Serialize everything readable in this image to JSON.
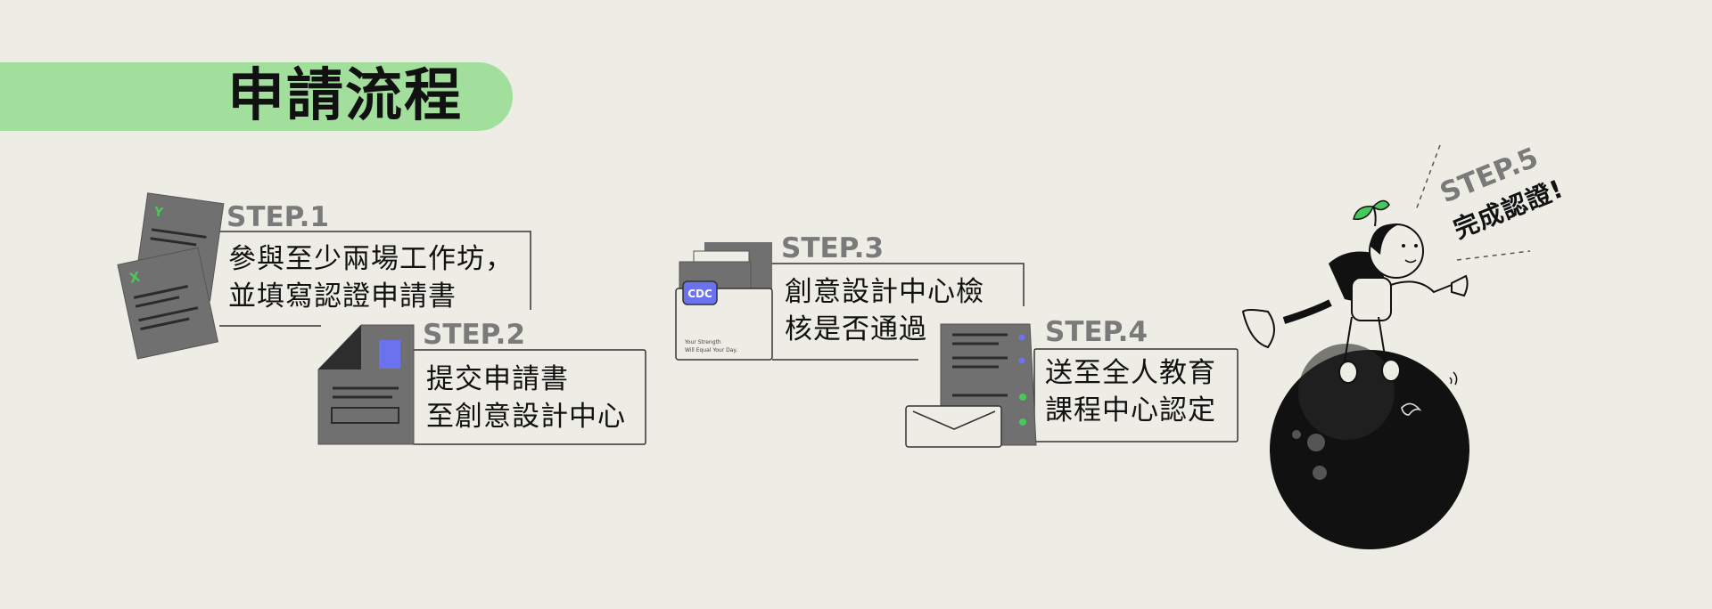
{
  "title": "申請流程",
  "steps": [
    {
      "label": "STEP.1",
      "text": "參與至少兩場工作坊，\n並填寫認證申請書"
    },
    {
      "label": "STEP.2",
      "text": "提交申請書\n至創意設計中心"
    },
    {
      "label": "STEP.3",
      "text": "創意設計中心檢\n核是否通過"
    },
    {
      "label": "STEP.4",
      "text": "送至全人教育\n課程中心認定"
    },
    {
      "label": "STEP.5",
      "text": "完成認證!"
    }
  ],
  "icons": {
    "step1": "documents-icon",
    "step2": "application-form-icon",
    "step3": "cdc-folder-icon",
    "step4": "server-mail-icon",
    "step5": "character-on-planet-icon"
  },
  "document_marks": {
    "y": "Y",
    "x": "X"
  },
  "folder": {
    "badge": "CDC",
    "slogan_line1": "Your Strength",
    "slogan_line2": "Will Equal Your Day."
  },
  "colors": {
    "background": "#eeede5",
    "title_bar": "#a3df9c",
    "step_label": "#7a7a7a",
    "accent_blue": "#6b72ee",
    "accent_green": "#47c95a"
  }
}
